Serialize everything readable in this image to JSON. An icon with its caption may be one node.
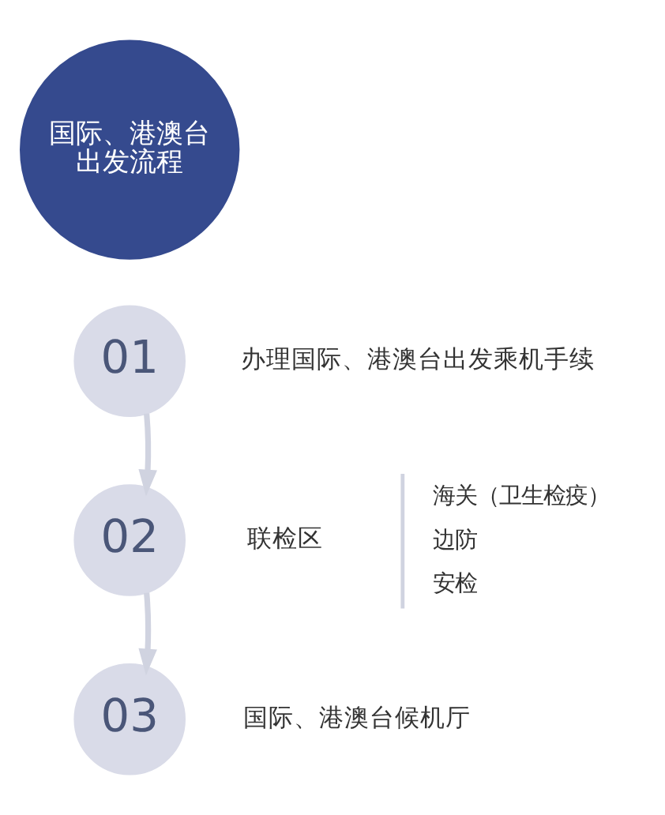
{
  "diagram": {
    "nodes": [
      {
        "text": [
          "国际、港澳台出发流程"
        ]
      },
      {
        "text": [
          "01"
        ],
        "beside": [
          "办理国际、港澳台出发乘机手续"
        ]
      },
      {
        "text": [
          "02"
        ],
        "beside": [
          "联检区"
        ]
      },
      {
        "text": [
          "03"
        ],
        "beside": [
          "国际、港澳台候机厅"
        ]
      }
    ],
    "edges": [
      {
        "from": 1,
        "to": 2,
        "arrow": "to"
      },
      {
        "from": 2,
        "to": 3,
        "arrow": "to"
      }
    ],
    "labels": [
      "海关（卫生检疫）",
      "边防",
      "安检"
    ]
  }
}
